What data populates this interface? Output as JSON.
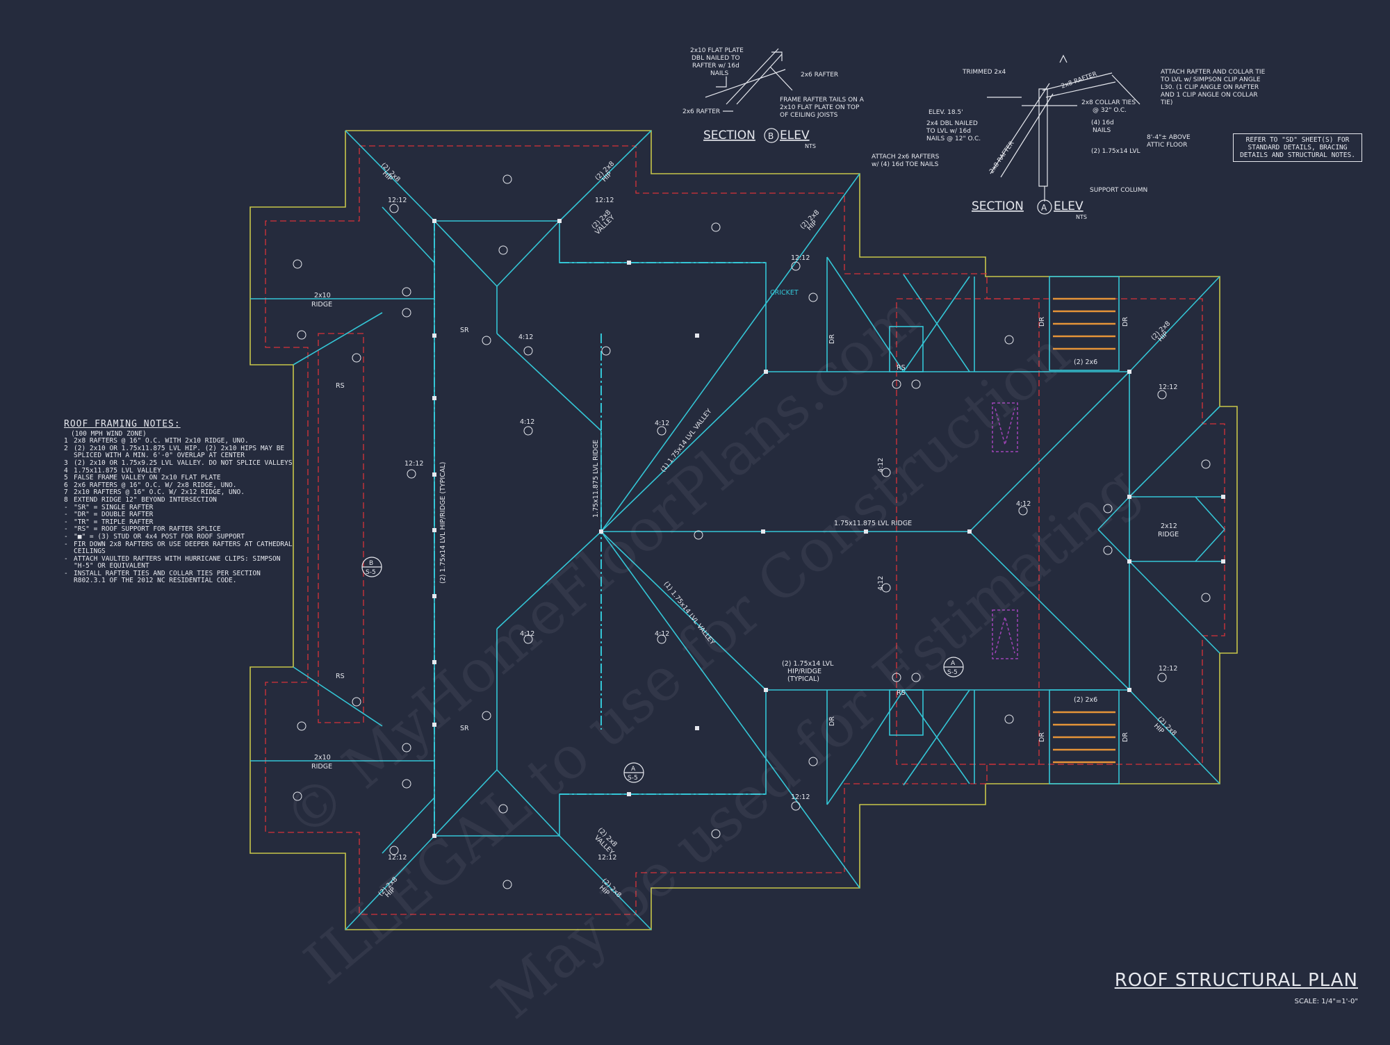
{
  "plan_title": "ROOF STRUCTURAL PLAN",
  "scale": "SCALE: 1/4\"=1'-0\"",
  "colors": {
    "background": "#252b3d",
    "roof_lines": "#34c6d6",
    "outline": "#c8c64a",
    "overhang": "#d8323a",
    "text": "#e6e8ee",
    "stairs": "#e69438",
    "skylight": "#a044b8"
  },
  "notes": {
    "heading": "ROOF FRAMING NOTES:",
    "wind": "(100 MPH WIND ZONE)",
    "items": [
      {
        "n": "1",
        "text": "2x8 RAFTERS @ 16\" O.C. WITH 2x10 RIDGE, UNO."
      },
      {
        "n": "2",
        "text": "(2) 2x10 OR 1.75x11.875 LVL HIP. (2) 2x10 HIPS MAY BE SPLICED WITH A MIN. 6'-0\" OVERLAP AT CENTER"
      },
      {
        "n": "3",
        "text": "(2) 2x10 OR 1.75x9.25 LVL VALLEY. DO NOT SPLICE VALLEYS"
      },
      {
        "n": "4",
        "text": "1.75x11.875 LVL VALLEY"
      },
      {
        "n": "5",
        "text": "FALSE FRAME VALLEY ON 2x10 FLAT PLATE"
      },
      {
        "n": "6",
        "text": "2x6 RAFTERS @ 16\" O.C. W/ 2x8 RIDGE, UNO."
      },
      {
        "n": "7",
        "text": "2x10 RAFTERS @ 16\" O.C. W/ 2x12 RIDGE, UNO."
      },
      {
        "n": "8",
        "text": "EXTEND RIDGE 12\" BEYOND INTERSECTION"
      },
      {
        "n": "-",
        "text": "\"SR\" = SINGLE RAFTER"
      },
      {
        "n": "-",
        "text": "\"DR\" = DOUBLE RAFTER"
      },
      {
        "n": "-",
        "text": "\"TR\" = TRIPLE RAFTER"
      },
      {
        "n": "-",
        "text": "\"RS\" = ROOF SUPPORT FOR RAFTER SPLICE"
      },
      {
        "n": "-",
        "text": "\"■\" = (3) STUD OR 4x4 POST FOR ROOF SUPPORT"
      },
      {
        "n": "-",
        "text": "FIR DOWN 2x8 RAFTERS OR USE DEEPER RAFTERS AT CATHEDRAL CEILINGS"
      },
      {
        "n": "-",
        "text": "ATTACH VAULTED RAFTERS WITH HURRICANE CLIPS: SIMPSON \"H-5\" OR EQUIVALENT"
      },
      {
        "n": "-",
        "text": "INSTALL RAFTER TIES AND COLLAR TIES PER SECTION R802.3.1 OF THE 2012 NC RESIDENTIAL CODE."
      }
    ]
  },
  "reference_note": "REFER TO \"SD\" SHEET(S) FOR STANDARD DETAILS, BRACING DETAILS AND STRUCTURAL NOTES.",
  "section_b": {
    "title": "SECTION",
    "mark": "B",
    "title_suffix": "ELEV",
    "nts": "NTS",
    "labels": [
      "2x10 FLAT PLATE",
      "DBL NAILED TO",
      "RAFTER w/ 16d",
      "NAILS",
      "2x6 RAFTER",
      "2x6 RAFTER",
      "FRAME RAFTER TAILS ON A",
      "2x10 FLAT PLATE ON TOP",
      "OF CEILING JOISTS"
    ]
  },
  "section_a": {
    "title": "SECTION",
    "mark": "A",
    "title_suffix": "ELEV",
    "nts": "NTS",
    "labels": [
      "TRIMMED 2x4",
      "ELEV. 18.5'",
      "2x4 DBL NAILED",
      "TO LVL w/ 16d",
      "NAILS @ 12\" O.C.",
      "ATTACH 2x6 RAFTERS",
      "w/ (4) 16d TOE NAILS",
      "2x8 RAFTER",
      "2x8 RAFTER",
      "2x8 COLLAR TIES",
      "@ 32\" O.C.",
      "(4) 16d",
      "NAILS",
      "(2) 1.75x14 LVL",
      "8'-4\"± ABOVE",
      "ATTIC FLOOR",
      "SUPPORT COLUMN",
      "ATTACH RAFTER AND COLLAR TIE",
      "TO LVL w/ SIMPSON CLIP ANGLE",
      "L30. (1 CLIP ANGLE ON RAFTER",
      "AND 1 CLIP ANGLE ON COLLAR",
      "TIE)"
    ]
  },
  "roof_labels": {
    "lvl_ridge_main": "1.75x11.875 LVL RIDGE",
    "lvl_ridge_center": "1.75x11.875 LVL RIDGE",
    "lvl_hip_typ": "(2) 1.75x14 LVL HIP/RIDGE (TYPICAL)",
    "lvl_valley_1": "(1) 1.75x14 LVL VALLEY",
    "lvl_valley_2": "(1) 1.75x14 LVL VALLEY",
    "lvl_hip_ridge": [
      "(2) 1.75x14 LVL",
      "HIP/RIDGE",
      "(TYPICAL)"
    ],
    "cricket": "CRICKET",
    "ridge_2x10": [
      "2x10",
      "RIDGE"
    ],
    "ridge_2x12": [
      "2x12",
      "RIDGE"
    ],
    "hip_2x8": [
      "(2) 2x8",
      "HIP"
    ],
    "valley_2x8": [
      "(2) 2x8",
      "VALLEY"
    ],
    "two_2x6": "(2) 2x6",
    "sr": "SR",
    "dr": "DR",
    "rs": "RS",
    "pitch_4": "4:12",
    "pitch_12": "12:12",
    "section_ref_s5": "S-5",
    "section_mark_a": "A",
    "section_mark_b": "B"
  },
  "watermark": [
    "© MyHomeFloorPlans.com",
    "ILLEGAL to use for Construction",
    "May be used for Estimating"
  ]
}
